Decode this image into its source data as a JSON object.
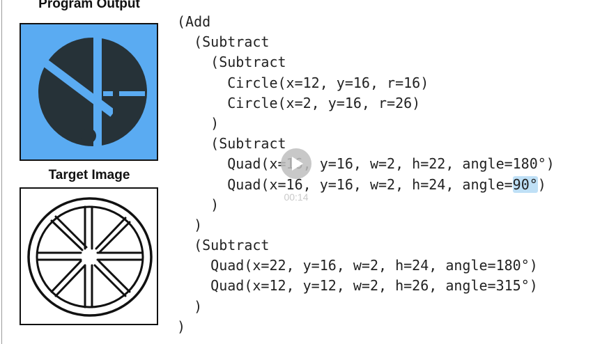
{
  "panels": {
    "output_title": "Program Output",
    "target_title": "Target Image"
  },
  "code": {
    "lines": [
      {
        "indent": "",
        "text": "(Add"
      },
      {
        "indent": "  ",
        "text": "(Subtract"
      },
      {
        "indent": "    ",
        "text": "(Subtract"
      },
      {
        "indent": "      ",
        "text": "Circle(x=12, y=16, r=16)"
      },
      {
        "indent": "      ",
        "text": "Circle(x=2, y=16, r=26)"
      },
      {
        "indent": "    ",
        "text": ")"
      },
      {
        "indent": "    ",
        "text": "(Subtract"
      },
      {
        "indent": "      ",
        "text": "Quad(x=16, y=16, w=2, h=22, angle=180°)"
      },
      {
        "indent": "      ",
        "text": "Quad(x=16, y=16, w=2, h=24, angle=",
        "highlight": "90°",
        "after": ")"
      },
      {
        "indent": "    ",
        "text": ")"
      },
      {
        "indent": "  ",
        "text": ")"
      },
      {
        "indent": "  ",
        "text": "(Subtract"
      },
      {
        "indent": "    ",
        "text": "Quad(x=22, y=16, w=2, h=24, angle=180°)"
      },
      {
        "indent": "    ",
        "text": "Quad(x=12, y=12, w=2, h=26, angle=315°)"
      },
      {
        "indent": "  ",
        "text": ")"
      },
      {
        "indent": "",
        "text": ")"
      }
    ]
  },
  "video": {
    "timestamp": "00:14"
  },
  "colors": {
    "output_background": "#5aabf2",
    "shape_fill": "#263238",
    "highlight": "#bfe0f6"
  },
  "icons": {
    "play": "play-icon"
  }
}
